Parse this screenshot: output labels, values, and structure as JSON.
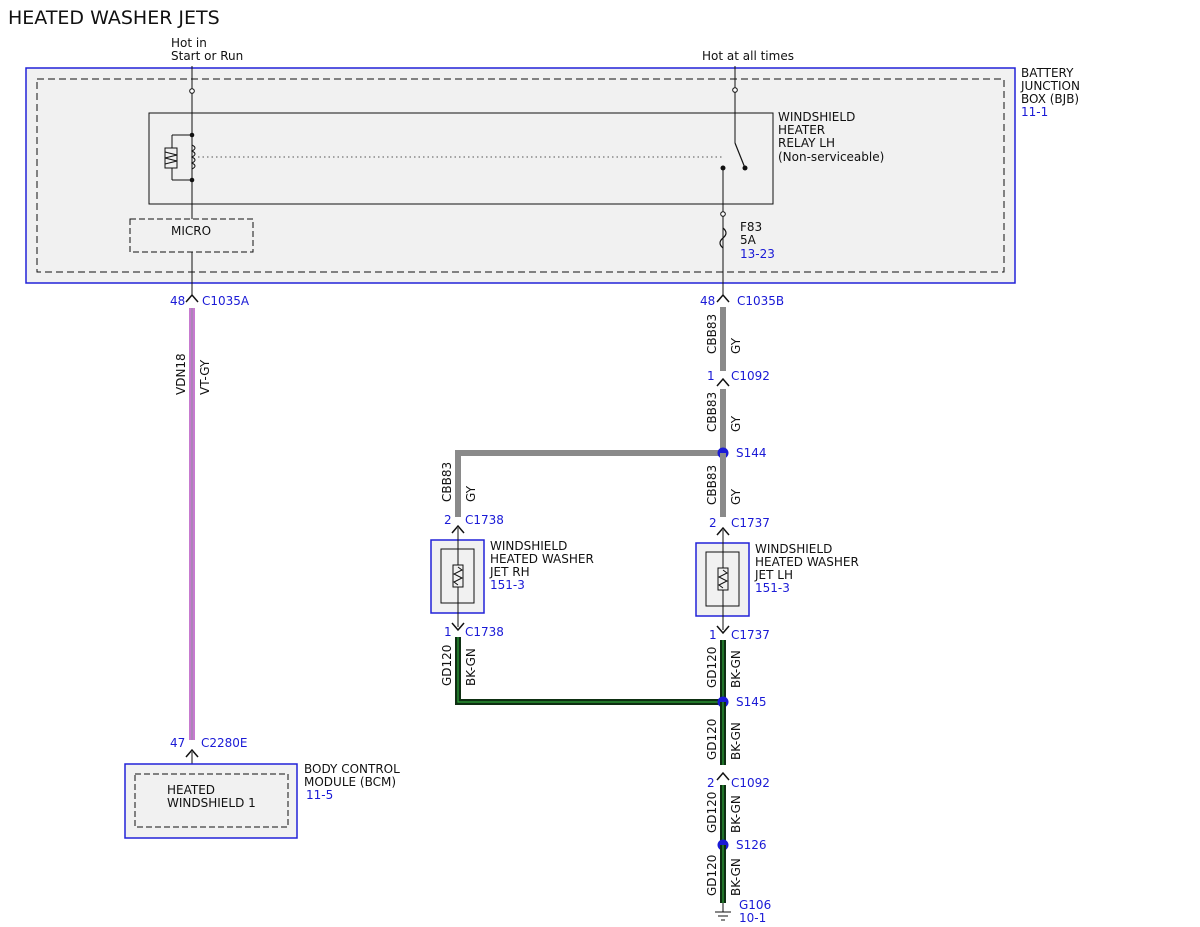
{
  "title": "HEATED WASHER JETS",
  "colors": {
    "outline_blue": "#2222d8",
    "wire_violet_grey": "#c77ad0",
    "wire_grey": "#8a8a8a",
    "wire_black_green": "#0e2f12",
    "wire_green_stripe": "#2ea33a",
    "splice_dot": "#1a1ad6",
    "box_fill": "#f1f1f1"
  },
  "power": {
    "left_label_1": "Hot in",
    "left_label_2": "Start or Run",
    "right_label": "Hot at all times"
  },
  "bjb": {
    "line1": "BATTERY",
    "line2": "JUNCTION",
    "line3": "BOX (BJB)",
    "ref": "11-1"
  },
  "relay": {
    "line1": "WINDSHIELD",
    "line2": "HEATER",
    "line3": "RELAY LH",
    "line4": "(Non-serviceable)"
  },
  "micro": {
    "label": "MICRO"
  },
  "fuse": {
    "name": "F83",
    "rating": "5A",
    "ref": "13-23"
  },
  "connectors": {
    "c1035a": {
      "pin": "48",
      "name": "C1035A"
    },
    "c1035b": {
      "pin": "48",
      "name": "C1035B"
    },
    "c1092_1": {
      "pin": "1",
      "name": "C1092"
    },
    "c1738_2": {
      "pin": "2",
      "name": "C1738"
    },
    "c1737_2": {
      "pin": "2",
      "name": "C1737"
    },
    "c1738_1": {
      "pin": "1",
      "name": "C1738"
    },
    "c1737_1": {
      "pin": "1",
      "name": "C1737"
    },
    "c1092_2": {
      "pin": "2",
      "name": "C1092"
    },
    "c2280e": {
      "pin": "47",
      "name": "C2280E"
    }
  },
  "wires": {
    "vdn18": {
      "circuit": "VDN18",
      "color": "VT-GY"
    },
    "cbb83": {
      "circuit": "CBB83",
      "color": "GY"
    },
    "gd120": {
      "circuit": "GD120",
      "color": "BK-GN"
    }
  },
  "splices": {
    "s144": "S144",
    "s145": "S145",
    "s126": "S126"
  },
  "jet_rh": {
    "line1": "WINDSHIELD",
    "line2": "HEATED WASHER",
    "line3": "JET RH",
    "ref": "151-3"
  },
  "jet_lh": {
    "line1": "WINDSHIELD",
    "line2": "HEATED WASHER",
    "line3": "JET LH",
    "ref": "151-3"
  },
  "bcm": {
    "inner1": "HEATED",
    "inner2": "WINDSHIELD 1",
    "line1": "BODY CONTROL",
    "line2": "MODULE (BCM)",
    "ref": "11-5"
  },
  "ground": {
    "name": "G106",
    "ref": "10-1"
  }
}
